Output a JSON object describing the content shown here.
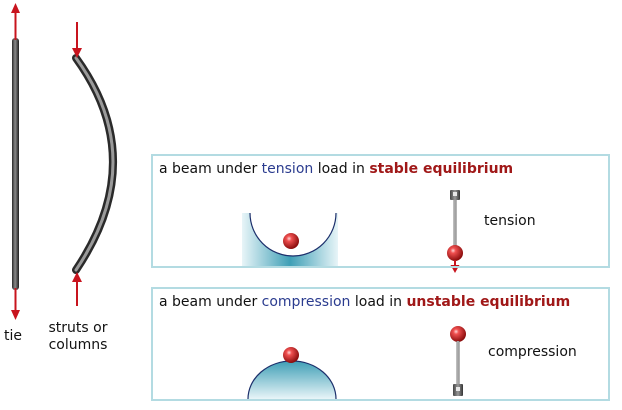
{
  "left": {
    "tie_label": "tie",
    "strut_label_line1": "struts or",
    "strut_label_line2": "columns"
  },
  "tension_panel": {
    "prefix": "a beam under ",
    "load": "tension",
    "middle": " load in ",
    "equilibrium": "stable equilibrium",
    "tag": "tension"
  },
  "compression_panel": {
    "prefix": "a beam under ",
    "load": "compression",
    "middle": " load in ",
    "equilibrium": "unstable equilibrium",
    "tag": "compression"
  },
  "colors": {
    "arrow": "#c8141e",
    "panel_border": "#b3dbe2",
    "bowl_fill": "#3f9fb6",
    "load_text": "#2b3c8f",
    "equilibrium_text": "#a01818"
  }
}
